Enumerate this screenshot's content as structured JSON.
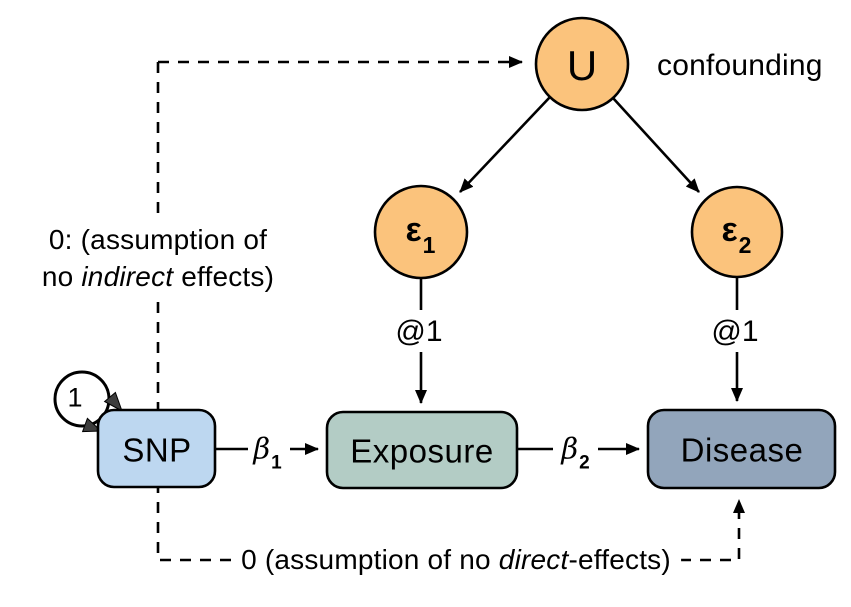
{
  "colors": {
    "latent_fill": "#FBC37C",
    "snp_fill": "#BDD7F0",
    "exposure_fill": "#B3CCC5",
    "disease_fill": "#92A5BB",
    "stroke": "#000000",
    "loop_arrow_fill": "#3D3D3D",
    "background": "#ffffff"
  },
  "nodes": {
    "u": {
      "label": "U"
    },
    "eps1": {
      "base": "ε",
      "sub": "1"
    },
    "eps2": {
      "base": "ε",
      "sub": "2"
    },
    "snp": {
      "label": "SNP"
    },
    "exposure": {
      "label": "Exposure"
    },
    "disease": {
      "label": "Disease"
    }
  },
  "edge_labels": {
    "beta1": {
      "base": "β",
      "sub": "1"
    },
    "beta2": {
      "base": "β",
      "sub": "2"
    },
    "eps1_loading": "@1",
    "eps2_loading": "@1",
    "snp_variance": "1"
  },
  "annotations": {
    "confounding": "confounding",
    "no_indirect": {
      "line1": "0: (assumption of",
      "line2_pre": "no ",
      "line2_italic": "indirect",
      "line2_post": " effects)"
    },
    "no_direct": {
      "pre": "0 (assumption of no ",
      "italic": "direct",
      "post": "-effects)"
    }
  }
}
